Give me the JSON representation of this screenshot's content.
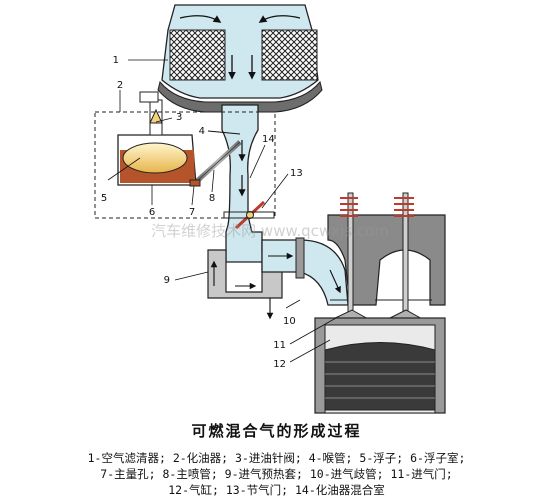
{
  "watermark": "汽车维修技术网 www.qcwxjs.com",
  "callouts": [
    "1",
    "2",
    "3",
    "4",
    "5",
    "6",
    "7",
    "8",
    "9",
    "10",
    "11",
    "12",
    "13",
    "14"
  ],
  "caption": "可燃混合气的形成过程",
  "legend": {
    "line1": "1-空气滤清器; 2-化油器; 3-进油针阀; 4-喉管; 5-浮子; 6-浮子室;",
    "line2": "7-主量孔; 8-主喷管; 9-进气预热套; 10-进气歧管; 11-进气门;",
    "line3": "12-气缸; 13-节气门; 14-化油器混合室"
  },
  "colors": {
    "air": "#cfe8f0",
    "metal": "#8a8a8a",
    "fuel": "#b5542a",
    "float": "#f5d27a",
    "spring": "#c0392b"
  }
}
